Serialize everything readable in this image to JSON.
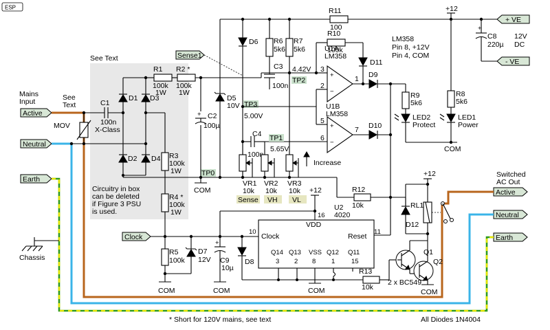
{
  "logo": "ESP",
  "see_text": "See Text",
  "mains_input": [
    "Mains",
    "Input"
  ],
  "see_text_small": [
    "See",
    "Text"
  ],
  "tags": {
    "active_in": "Active",
    "neutral_in": "Neutral",
    "earth_in": "Earth",
    "clock": "Clock",
    "sense1": "Sense1",
    "active_out": "Active",
    "neutral_out": "Neutral",
    "earth_out": "Earth",
    "plus_ve": "+ VE",
    "minus_ve": "- VE"
  },
  "chassis": "Chassis",
  "mov": "MOV",
  "supply": {
    "plus12_top": "+12",
    "plus12_mid": "+12",
    "plus12_right": "+12"
  },
  "components": {
    "c1": [
      "C1",
      "100n",
      "X-Class"
    ],
    "d1": "D1",
    "d2": "D2",
    "d3": "D3",
    "d4": "D4",
    "r1": [
      "R1",
      "100k",
      "1W"
    ],
    "r2": [
      "R2 *",
      "100k",
      "1W"
    ],
    "r3": [
      "R3",
      "100k",
      "1W"
    ],
    "r4": [
      "R4 *",
      "100k",
      "1W"
    ],
    "r5": [
      "R5",
      "100k"
    ],
    "d7": [
      "D7",
      "12V"
    ],
    "c9": [
      "C9",
      "10µ"
    ],
    "d8": "D8",
    "c2": [
      "C2",
      "100µ"
    ],
    "d5": [
      "D5",
      "10V"
    ],
    "d6": "D6",
    "r6": [
      "R6",
      "5k6"
    ],
    "r7": [
      "R7",
      "5k6"
    ],
    "r10": [
      "R10",
      "100k"
    ],
    "r11": [
      "R11",
      "100"
    ],
    "c3": [
      "C3",
      "100n"
    ],
    "c4": [
      "C4",
      "100n"
    ],
    "u1a": [
      "U1A",
      "LM358"
    ],
    "u1b": [
      "U1B",
      "LM358"
    ],
    "d9": "D9",
    "d10": "D10",
    "d11": "D11",
    "r9": [
      "R9",
      "5k6"
    ],
    "led2": [
      "LED2",
      "Protect"
    ],
    "r8": [
      "R8",
      "5k6"
    ],
    "led1": [
      "LED1",
      "Power"
    ],
    "c8": [
      "C8",
      "220µ"
    ],
    "vr1": [
      "VR1",
      "10k"
    ],
    "vr2": [
      "VR2",
      "10k"
    ],
    "vr3": [
      "VR3",
      "10k"
    ],
    "r12": [
      "R12",
      "10k"
    ],
    "r13": [
      "R13",
      "10k"
    ],
    "u2": [
      "U2",
      "4020"
    ],
    "rl1": "RL1",
    "d12": "D12",
    "q1": "Q1",
    "q2": "Q2",
    "q_type": "2 x BC549"
  },
  "lm358_note": [
    "LM358",
    "Pin 8, +12V",
    "Pin 4, COM"
  ],
  "psu_note": [
    "12V",
    "DC"
  ],
  "box_note": [
    "Circuitry in box",
    "can be deleted",
    "if Figure 3 PSU",
    "is used."
  ],
  "test_points": {
    "tp0": "TP0",
    "tp1": "TP1",
    "tp2": "TP2",
    "tp3": "TP3"
  },
  "voltages": {
    "v_tp2": "4.42V",
    "v_tp3": "5.00V",
    "v_tp1": "5.65V"
  },
  "pot_labels": {
    "sense": "Sense",
    "vh": "VH",
    "vl": "VL",
    "increase": "Increase"
  },
  "ic_pins": {
    "vdd": "VDD",
    "clock": "Clock",
    "reset": "Reset",
    "q14": "Q14",
    "q13": "Q13",
    "vss": "VSS",
    "q12": "Q12",
    "q11": "Q11",
    "p16": "16",
    "p10": "10",
    "p11": "11",
    "p3": "3",
    "p2": "2",
    "p8": "8",
    "p1": "1",
    "p15": "15"
  },
  "opamp_pins": {
    "a3": "3",
    "a2": "2",
    "a1": "1",
    "b5": "5",
    "b6": "6",
    "b7": "7"
  },
  "com": "COM",
  "switched_out": [
    "Switched",
    "AC Out"
  ],
  "footnote": "* Short for 120V mains, see text",
  "diodes_note": "All Diodes 1N4004"
}
